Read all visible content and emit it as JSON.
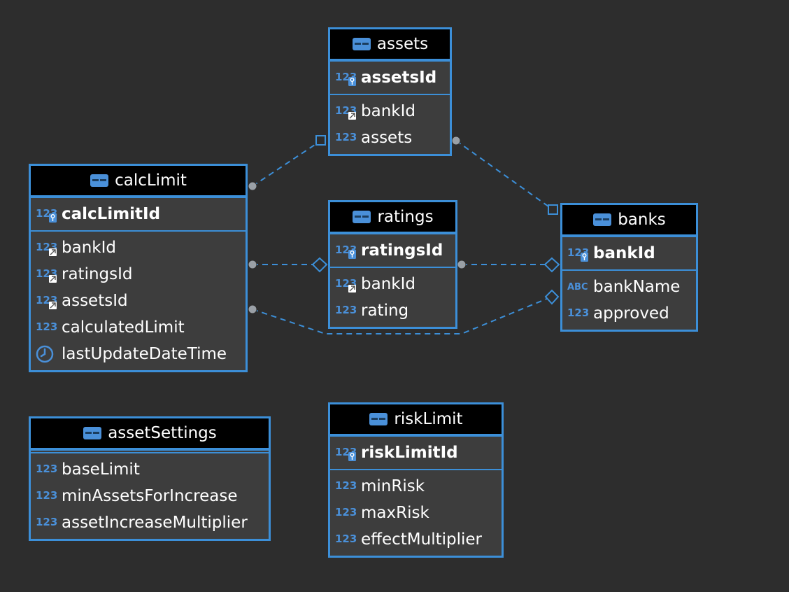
{
  "entities": {
    "assets": {
      "name": "assets",
      "pk": [
        {
          "label": "assetsId",
          "type": "123",
          "badge": "key"
        }
      ],
      "fields": [
        {
          "label": "bankId",
          "type": "123",
          "badge": "fk"
        },
        {
          "label": "assets",
          "type": "123",
          "badge": "none"
        }
      ]
    },
    "calcLimit": {
      "name": "calcLimit",
      "pk": [
        {
          "label": "calcLimitId",
          "type": "123",
          "badge": "key"
        }
      ],
      "fields": [
        {
          "label": "bankId",
          "type": "123",
          "badge": "fk"
        },
        {
          "label": "ratingsId",
          "type": "123",
          "badge": "fk"
        },
        {
          "label": "assetsId",
          "type": "123",
          "badge": "fk"
        },
        {
          "label": "calculatedLimit",
          "type": "123",
          "badge": "none"
        },
        {
          "label": "lastUpdateDateTime",
          "type": "clock",
          "badge": "none"
        }
      ]
    },
    "ratings": {
      "name": "ratings",
      "pk": [
        {
          "label": "ratingsId",
          "type": "123",
          "badge": "key"
        }
      ],
      "fields": [
        {
          "label": "bankId",
          "type": "123",
          "badge": "fk"
        },
        {
          "label": "rating",
          "type": "123",
          "badge": "none"
        }
      ]
    },
    "banks": {
      "name": "banks",
      "pk": [
        {
          "label": "bankId",
          "type": "123",
          "badge": "key"
        }
      ],
      "fields": [
        {
          "label": "bankName",
          "type": "ABC",
          "badge": "none"
        },
        {
          "label": "approved",
          "type": "123",
          "badge": "none"
        }
      ]
    },
    "assetSettings": {
      "name": "assetSettings",
      "pk": [],
      "fields": [
        {
          "label": "baseLimit",
          "type": "123",
          "badge": "none"
        },
        {
          "label": "minAssetsForIncrease",
          "type": "123",
          "badge": "none"
        },
        {
          "label": "assetIncreaseMultiplier",
          "type": "123",
          "badge": "none"
        }
      ]
    },
    "riskLimit": {
      "name": "riskLimit",
      "pk": [
        {
          "label": "riskLimitId",
          "type": "123",
          "badge": "key"
        }
      ],
      "fields": [
        {
          "label": "minRisk",
          "type": "123",
          "badge": "none"
        },
        {
          "label": "maxRisk",
          "type": "123",
          "badge": "none"
        },
        {
          "label": "effectMultiplier",
          "type": "123",
          "badge": "none"
        }
      ]
    }
  },
  "relationships": [
    {
      "from": "calcLimit",
      "to": "assets"
    },
    {
      "from": "calcLimit",
      "to": "ratings"
    },
    {
      "from": "calcLimit",
      "to": "banks"
    },
    {
      "from": "assets",
      "to": "banks"
    },
    {
      "from": "ratings",
      "to": "banks"
    }
  ],
  "colors": {
    "background": "#2d2d2d",
    "border": "#3c8fd8",
    "header": "#000000",
    "body": "#3d3d3d",
    "text": "#ffffff",
    "type_icon": "#4a90d9",
    "link": "#3c8fd8",
    "endpoint": "#9aa0a6"
  }
}
